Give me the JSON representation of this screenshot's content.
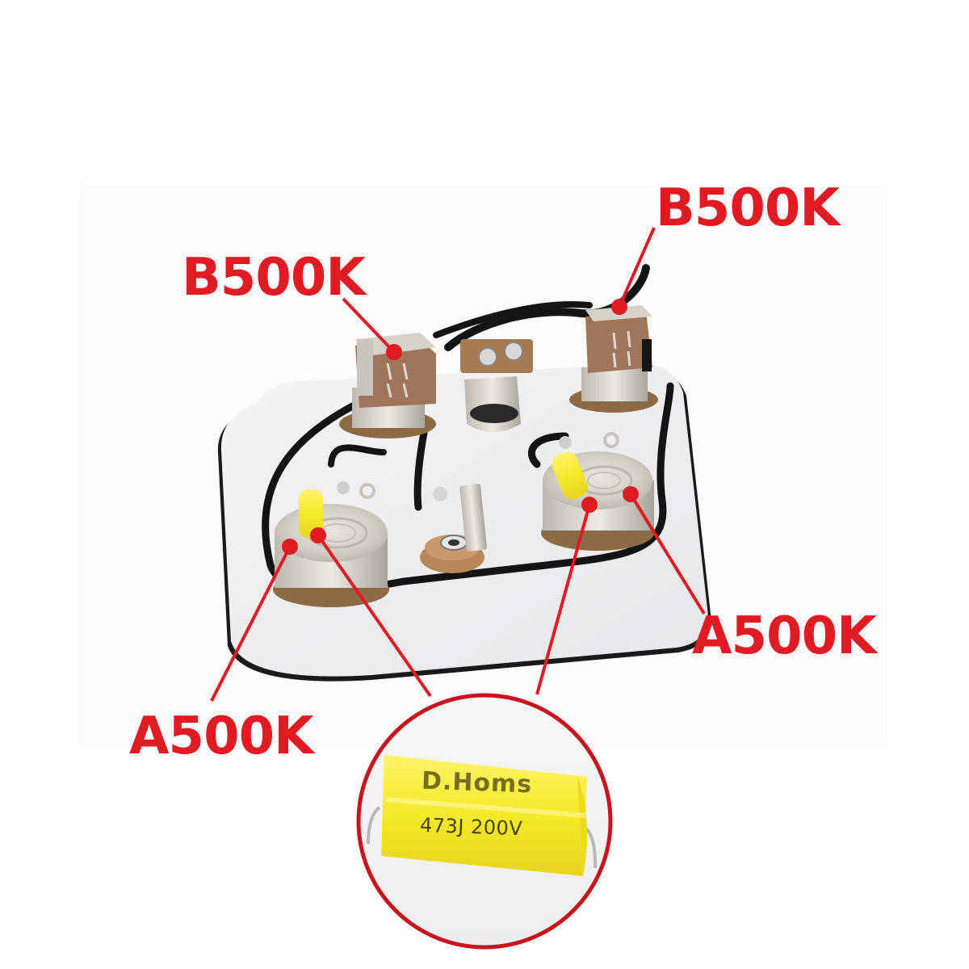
{
  "image": {
    "subject": "Guitar wiring harness mounted on white control cavity plate",
    "background_color": "#ffffff",
    "accent_color": "#e01b24"
  },
  "callouts": [
    {
      "id": "top-left-switch",
      "label": "B500K",
      "component": "push-pull potentiometer (left)",
      "dot": [
        488,
        436
      ]
    },
    {
      "id": "top-right-switch",
      "label": "B500K",
      "component": "push-pull potentiometer (right)",
      "dot": [
        767,
        380
      ]
    },
    {
      "id": "bottom-left-pot",
      "label": "A500K",
      "component": "tone potentiometer (left)",
      "dot": [
        359,
        677
      ]
    },
    {
      "id": "bottom-right-pot",
      "label": "A500K",
      "component": "tone potentiometer (right)",
      "dot": [
        781,
        612
      ]
    }
  ],
  "inset": {
    "component": "yellow capacitor",
    "brand": "D.Homs",
    "rating": "473J 200V",
    "border_color": "#c8151d",
    "capacitor_color": "#f5ec3a"
  }
}
